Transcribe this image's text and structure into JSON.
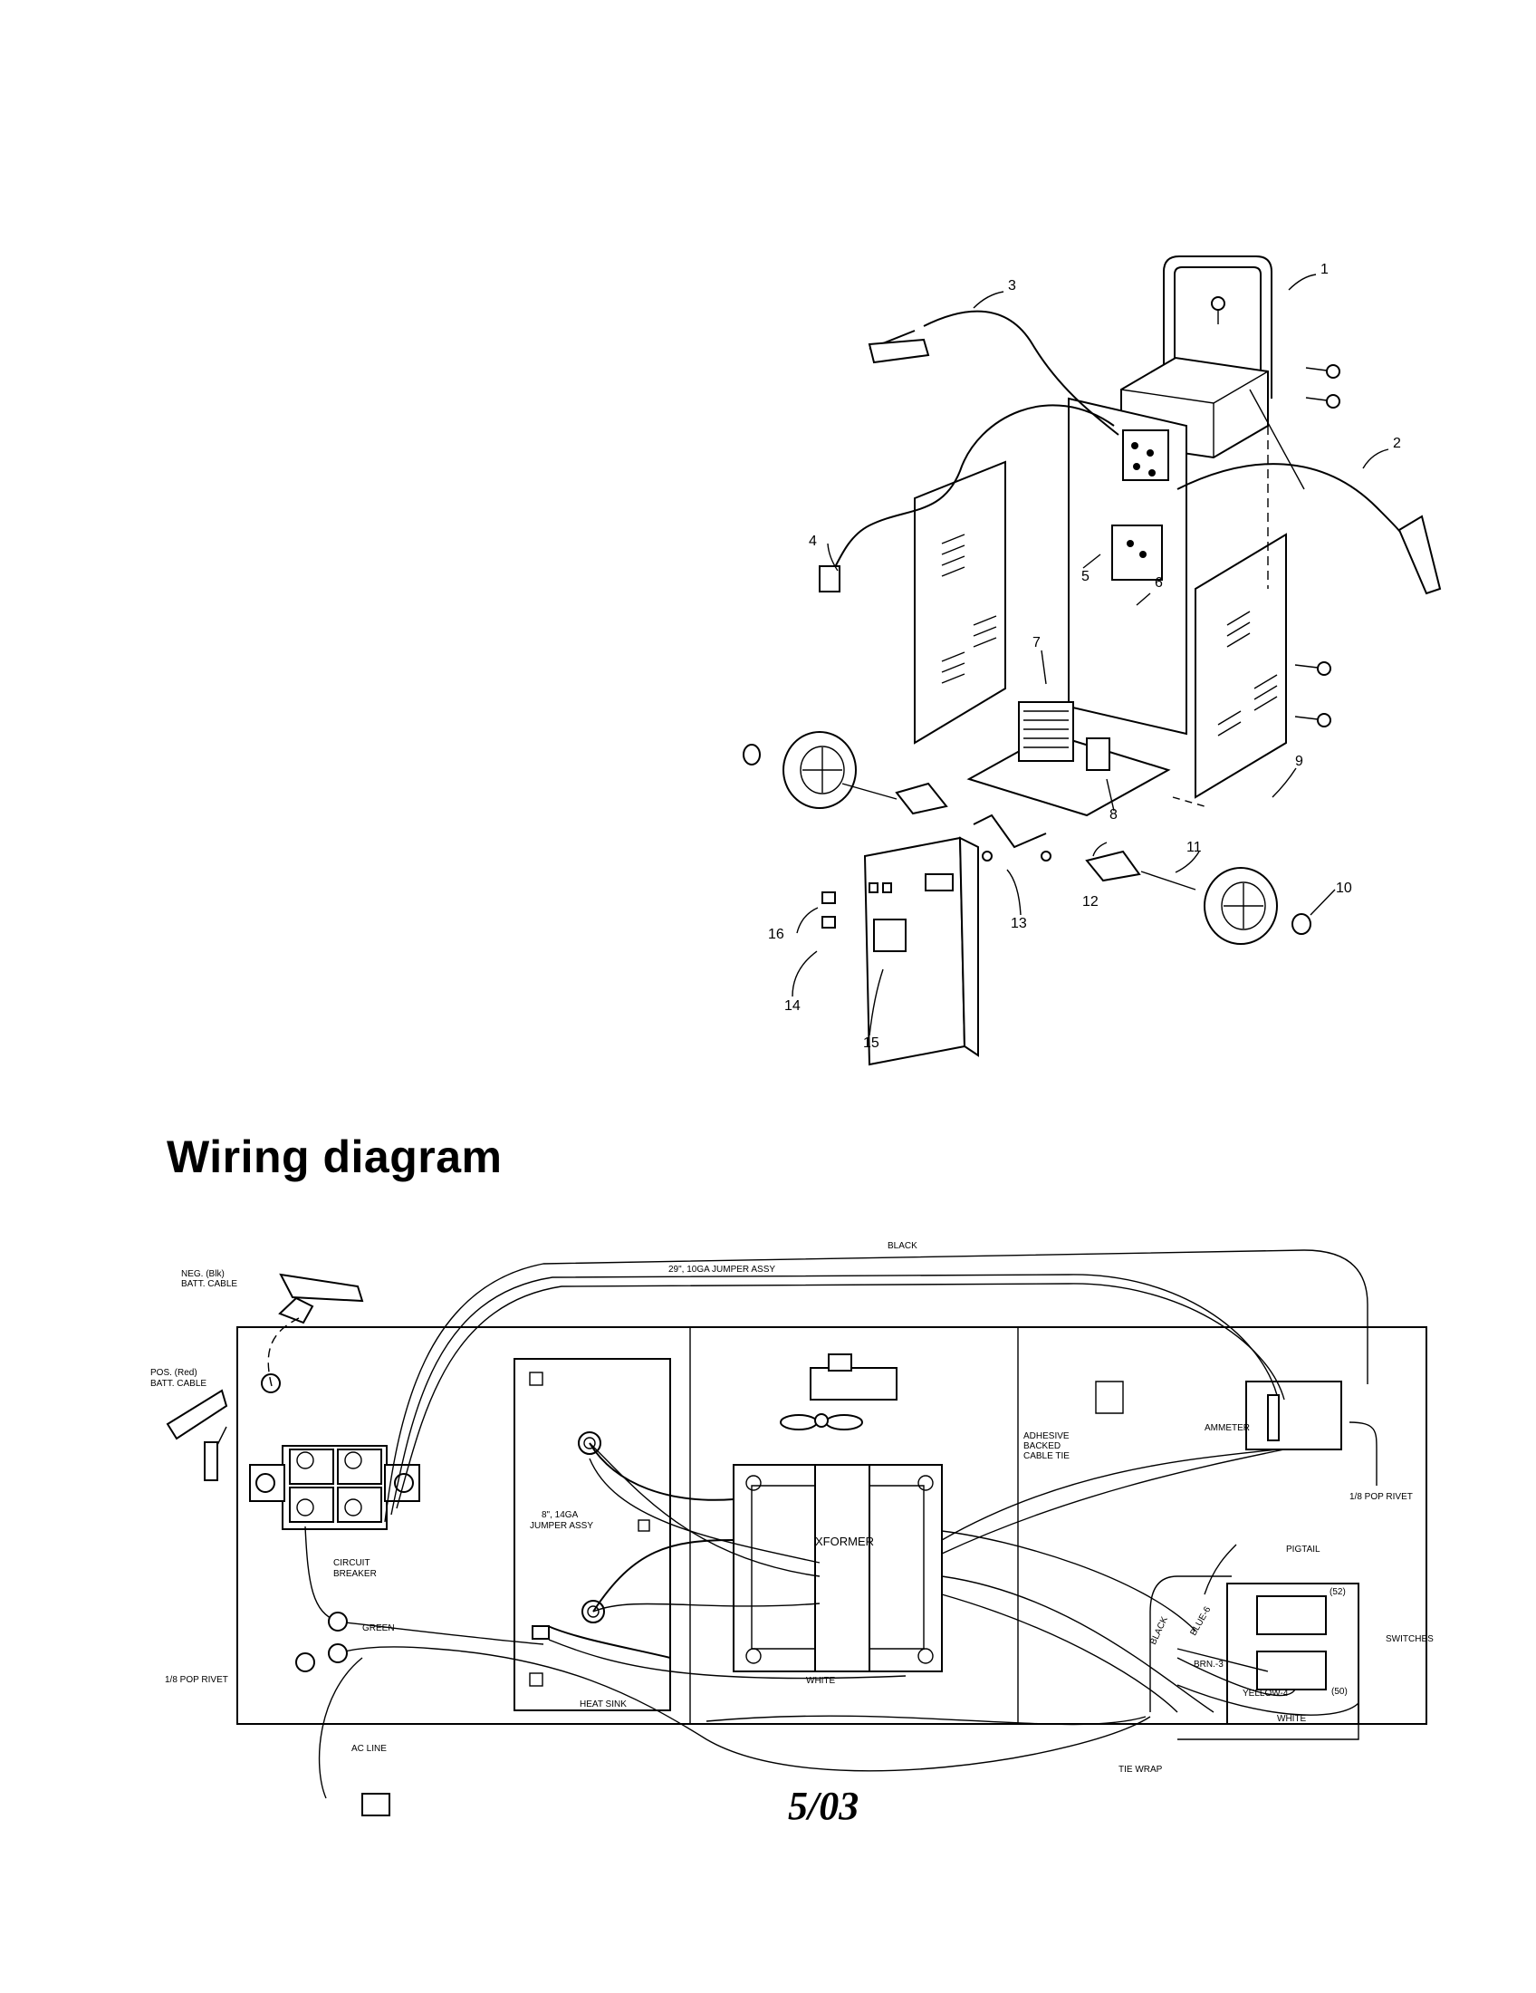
{
  "exploded_view": {
    "callouts": [
      "1",
      "2",
      "3",
      "4",
      "5",
      "6",
      "7",
      "8",
      "9",
      "10",
      "11",
      "12",
      "13",
      "14",
      "15",
      "16"
    ]
  },
  "heading": "Wiring diagram",
  "wiring": {
    "labels": {
      "black_top": "BLACK",
      "jumper_29": "29\", 10GA JUMPER ASSY",
      "neg_cable_1": "NEG. (Blk)",
      "neg_cable_2": "BATT. CABLE",
      "pos_cable_1": "POS. (Red)",
      "pos_cable_2": "BATT. CABLE",
      "circuit_breaker_1": "CIRCUIT",
      "circuit_breaker_2": "BREAKER",
      "jumper_8_1": "8\", 14GA",
      "jumper_8_2": "JUMPER ASSY",
      "xformer": "XFORMER",
      "white_mid": "WHITE",
      "adhesive_1": "ADHESIVE",
      "adhesive_2": "BACKED",
      "adhesive_3": "CABLE TIE",
      "ammeter": "AMMETER",
      "pop_rivet_right": "1/8 POP RIVET",
      "pigtail": "PIGTAIL",
      "switch_52": "(52)",
      "switches": "SWITCHES",
      "blue": "BLUE-6",
      "black_diag": "BLACK",
      "brn": "BRN.-3",
      "yellow": "YELLOW-4",
      "switch_50": "(50)",
      "white_right": "WHITE",
      "tie_wrap": "TIE WRAP",
      "heat_sink": "HEAT SINK",
      "green": "GREEN",
      "pop_rivet_left": "1/8 POP RIVET",
      "ac_line": "AC LINE"
    }
  },
  "page_number": "5/03"
}
